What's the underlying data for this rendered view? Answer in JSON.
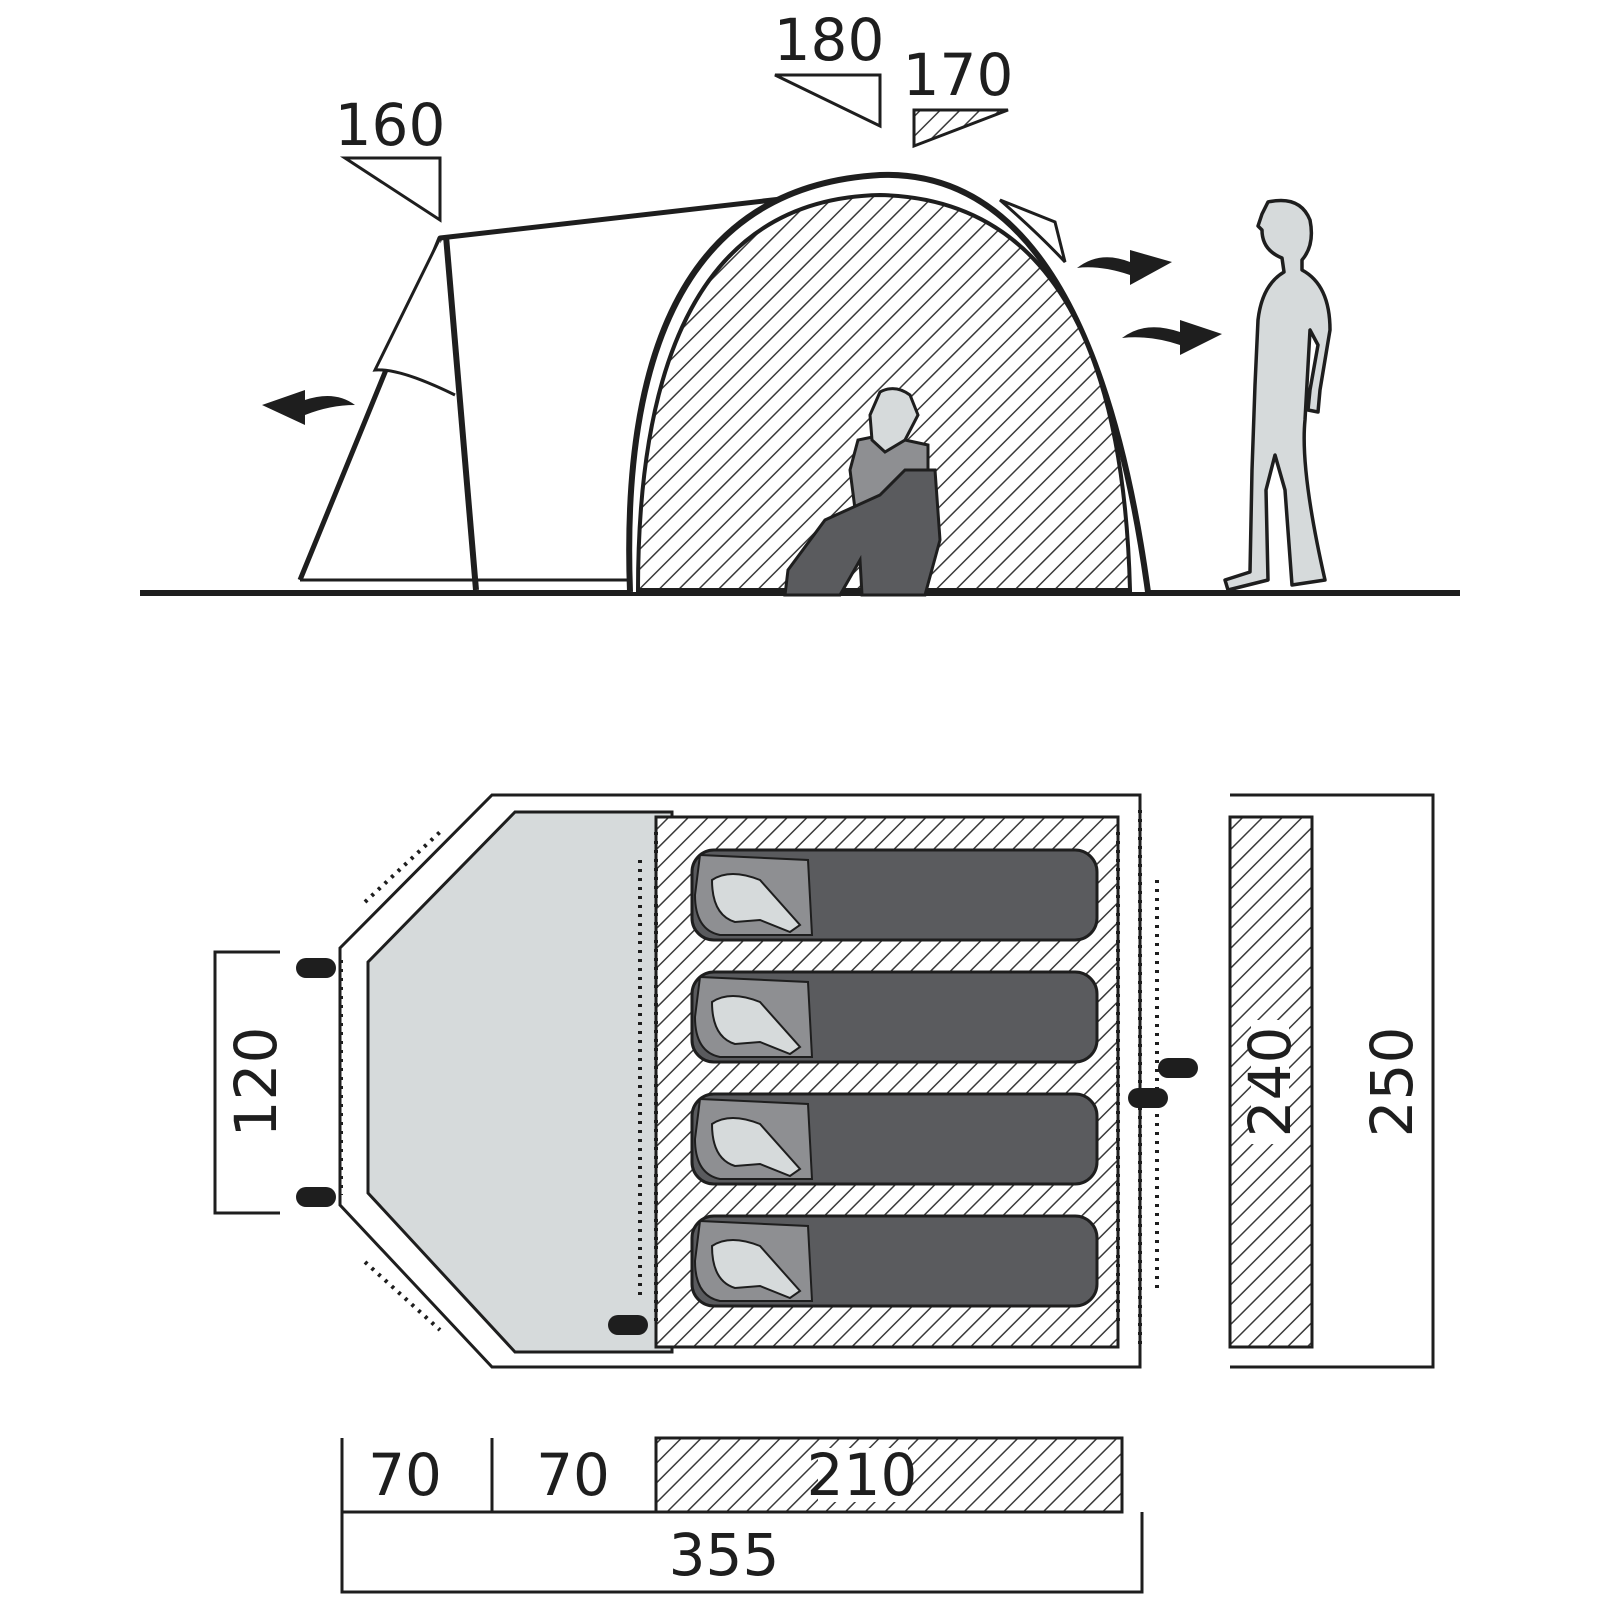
{
  "side_view": {
    "labels": {
      "vestibule_height": "160",
      "inner_height": "180",
      "bedroom_height": "170"
    }
  },
  "floor_plan": {
    "labels": {
      "entrance_width": "120",
      "bedroom_width": "240",
      "total_width": "250",
      "porch_depth_1": "70",
      "porch_depth_2": "70",
      "bedroom_length": "210",
      "total_length": "355"
    },
    "sleeping_bags": 4
  },
  "colors": {
    "line": "#1e1e1e",
    "vestibule_fill": "#d6dadb",
    "sleeping_bag": "#5a5b5e",
    "sleeping_bag_head": "#8e8f92",
    "person_fill": "#d6dadb",
    "hatch": "#3a3a3a"
  }
}
